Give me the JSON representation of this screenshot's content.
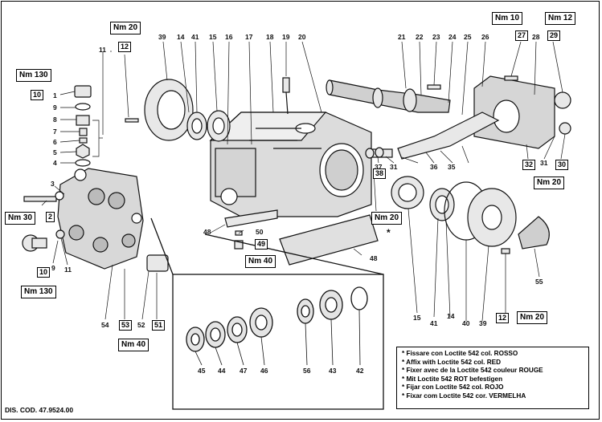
{
  "labels": {
    "l1": "1",
    "l2": "2",
    "l3": "3",
    "l4": "4",
    "l5": "5",
    "l6": "6",
    "l7": "7",
    "l8": "8",
    "l9": "9",
    "l9b": "9",
    "l11": "11",
    "l11b": "11",
    "l14": "14",
    "l14b": "14",
    "l15": "15",
    "l15b": "15",
    "l16": "16",
    "l17": "17",
    "l18": "18",
    "l19": "19",
    "l20": "20",
    "l21": "21",
    "l22": "22",
    "l23": "23",
    "l24": "24",
    "l25": "25",
    "l26": "26",
    "l28": "28",
    "l31": "31",
    "l31b": "31",
    "l35": "35",
    "l36": "36",
    "l37": "37",
    "l39": "39",
    "l39b": "39",
    "l40": "40",
    "l41": "41",
    "l41b": "41",
    "l42": "42",
    "l43": "43",
    "l44": "44",
    "l45": "45",
    "l46": "46",
    "l47": "47",
    "l48": "48",
    "l48b": "48",
    "l50": "50",
    "l52": "52",
    "l54": "54",
    "l55": "55",
    "l56": "56"
  },
  "torques": {
    "nm20_top": "Nm 20",
    "nm10": "Nm 10",
    "nm12": "Nm 12",
    "nm130_top": "Nm 130",
    "nm30": "Nm 30",
    "nm130_bot": "Nm 130",
    "nm20_right": "Nm 20",
    "nm20_mid": "Nm 20",
    "nm40_mid": "Nm 40",
    "nm40_bot": "Nm 40",
    "nm20_bot": "Nm 20"
  },
  "boxed_refs": {
    "b12_top": "12",
    "b27": "27",
    "b29": "29",
    "b10_top": "10",
    "b2": "2",
    "b10_bot": "10",
    "b38": "38",
    "b49": "49",
    "b53": "53",
    "b51": "51",
    "b32": "32",
    "b30": "30",
    "b12_bot": "12"
  },
  "asterisk": "*",
  "notes": [
    "* Fissare con Loctite 542 col. ROSSO",
    "* Affix with Loctite 542 col. RED",
    "* Fixer avec de la Loctite 542 couleur ROUGE",
    "* Mit Loctite 542 ROT befestigen",
    "* Fijar con Loctite 542 col. ROJO",
    "* Fixar com Loctite 542 cor. VERMELHA"
  ],
  "drawing_code": "DIS. COD. 47.9524.00"
}
